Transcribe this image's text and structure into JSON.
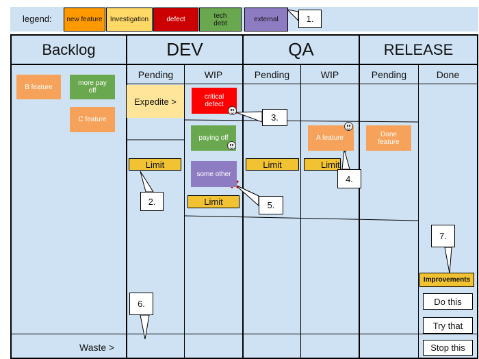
{
  "legend": {
    "label": "legend:",
    "items": [
      {
        "text": "new feature",
        "color": "#ff9900"
      },
      {
        "text": "Investigation",
        "color": "#ffd966"
      },
      {
        "text": "defect",
        "color": "#cc0000"
      },
      {
        "text": "tech\ndebt",
        "color": "#6aa84f"
      },
      {
        "text": "external",
        "color": "#8e7cc3"
      }
    ]
  },
  "columns": {
    "backlog": "Backlog",
    "dev": "DEV",
    "qa": "QA",
    "release": "RELEASE"
  },
  "subcolumns": {
    "dev_pending": "Pending",
    "dev_wip": "WIP",
    "qa_pending": "Pending",
    "qa_wip": "WIP",
    "release_pending": "Pending",
    "release_done": "Done"
  },
  "cards": {
    "b_feature": "B feature",
    "more_pay_off": "more pay\noff",
    "c_feature": "C feature",
    "expedite": "Expedite >",
    "critical_defect": "critical\ndefect",
    "paying_off": "paying off",
    "some_other": "some other",
    "a_feature": "A feature",
    "done_feature": "Done\nfeature"
  },
  "limits": {
    "dev_pending": "Limit",
    "dev_wip": "Limit",
    "qa_pending": "Limit",
    "qa_wip": "Limit"
  },
  "waste": "Waste >",
  "improvements": {
    "title": "Improvements",
    "actions": [
      "Do this",
      "Try that",
      "Stop this"
    ]
  },
  "callouts": [
    "1.",
    "2.",
    "3.",
    "4.",
    "5.",
    "6.",
    "7."
  ],
  "colors": {
    "board": "#cfe2f3",
    "new_feature": "#f6a25a",
    "investigation": "#ffe599",
    "defect": "#ff0000",
    "tech_debt": "#6aa84f",
    "external": "#8e7cc3",
    "limit": "#f1c232",
    "arrow": "#00ff00"
  }
}
